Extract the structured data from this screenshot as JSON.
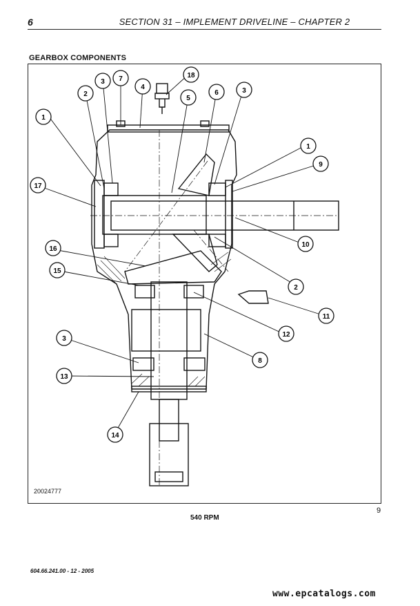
{
  "header": {
    "page_number": "6",
    "title": "SECTION 31 – IMPLEMENT DRIVELINE – CHAPTER 2"
  },
  "section": {
    "title": "GEARBOX COMPONENTS"
  },
  "figure": {
    "drawing_id": "20024777",
    "figure_number": "9",
    "caption": "540 RPM",
    "callouts": [
      {
        "label": "1"
      },
      {
        "label": "2"
      },
      {
        "label": "3"
      },
      {
        "label": "7"
      },
      {
        "label": "4"
      },
      {
        "label": "18"
      },
      {
        "label": "5"
      },
      {
        "label": "6"
      },
      {
        "label": "3"
      },
      {
        "label": "1"
      },
      {
        "label": "9"
      },
      {
        "label": "17"
      },
      {
        "label": "10"
      },
      {
        "label": "16"
      },
      {
        "label": "15"
      },
      {
        "label": "2"
      },
      {
        "label": "11"
      },
      {
        "label": "12"
      },
      {
        "label": "3"
      },
      {
        "label": "8"
      },
      {
        "label": "13"
      },
      {
        "label": "14"
      }
    ]
  },
  "footer": {
    "doc_ref": "604.66.241.00 - 12 - 2005",
    "website": "www.epcatalogs.com"
  }
}
